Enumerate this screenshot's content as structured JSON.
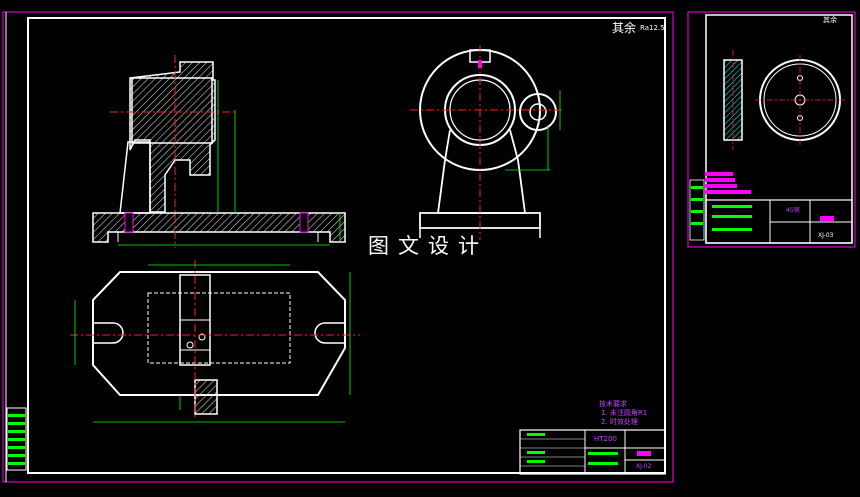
{
  "main_sheet": {
    "roughness_symbol": "其余",
    "roughness_value": "Ra12.5",
    "tech_notes_title": "技术要求",
    "tech_notes": [
      "1. 未注圆角R1",
      "2. 时效处理"
    ],
    "material": "HT200",
    "drawing_number": "XJ-02"
  },
  "side_sheet": {
    "roughness_symbol": "其余",
    "material": "45钢",
    "drawing_number": "XJ-03"
  },
  "watermark": "图文设计",
  "colors": {
    "background": "#000000",
    "outline": "#ffffff",
    "border": "#ff00ff",
    "dimension": "#00ff00",
    "centerline": "#ff2020",
    "hidden_line": "#ffff00",
    "hatch": "#00ffff",
    "annotation": "#c040ff"
  }
}
